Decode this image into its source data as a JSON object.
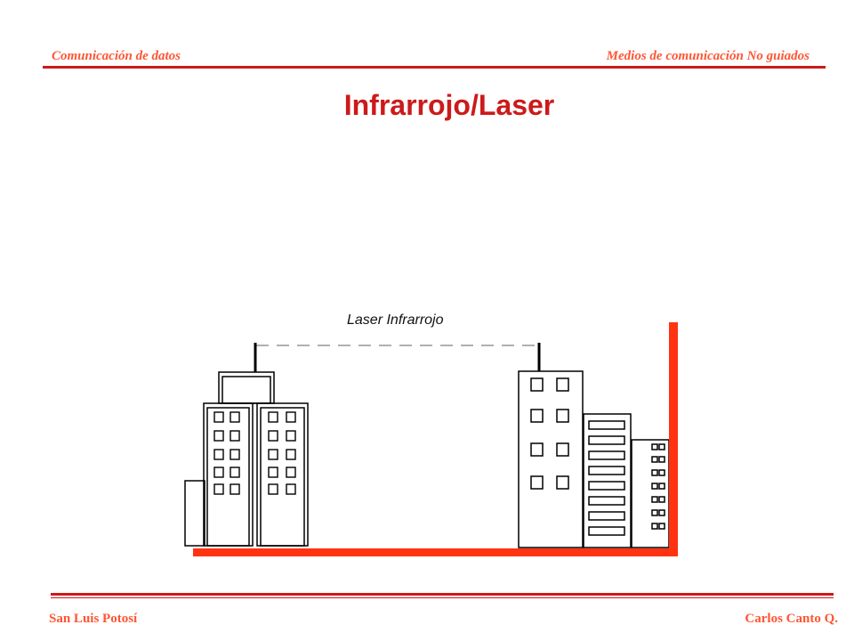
{
  "header": {
    "left": "Comunicación de datos",
    "right": "Medios de comunicación  No guiados"
  },
  "title": "Infrarrojo/Laser",
  "figure": {
    "label": "Laser Infrarrojo"
  },
  "footer": {
    "left": "San Luis Potosí",
    "right": "Carlos Canto Q."
  },
  "colors": {
    "accent": "#ff3311",
    "rule": "#cc1a1a",
    "heading": "#cc1a1a"
  }
}
